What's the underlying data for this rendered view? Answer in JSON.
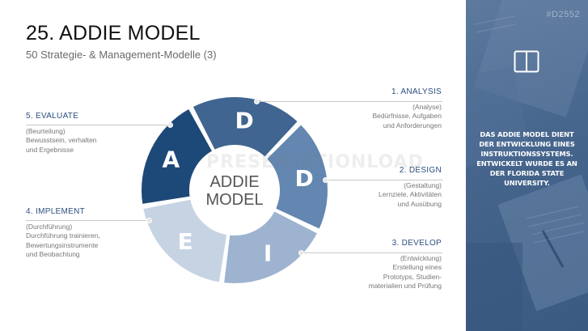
{
  "header": {
    "title": "25. ADDIE MODEL",
    "subtitle": "50 Strategie- & Management-Modelle (3)"
  },
  "wheel": {
    "center_line1": "ADDIE",
    "center_line2": "MODEL",
    "segments": [
      {
        "letter": "A",
        "color": "#1d4978"
      },
      {
        "letter": "D",
        "color": "#3f6590"
      },
      {
        "letter": "D",
        "color": "#6387b0"
      },
      {
        "letter": "I",
        "color": "#9db3cf"
      },
      {
        "letter": "E",
        "color": "#c6d3e3"
      }
    ]
  },
  "phases": {
    "analysis": {
      "head": "1. ANALYSIS",
      "lines": [
        "(Analyse)",
        "Bedürfnisse, Aufgaben",
        "und Anforderungen"
      ]
    },
    "design": {
      "head": "2. DESIGN",
      "lines": [
        "(Gestaltung)",
        "Lernziele, Aktivitäten",
        "und Ausübung"
      ]
    },
    "develop": {
      "head": "3. DEVELOP",
      "lines": [
        "(Entwicklung)",
        "Erstellung eines",
        "Prototyps, Studien-",
        "materialien und Prüfung"
      ]
    },
    "implement": {
      "head": "4. IMPLEMENT",
      "lines": [
        "(Durchführung)",
        "Durchführung trainieren,",
        "Bewertungsinstrumente",
        "und Beobachtung"
      ]
    },
    "evaluate": {
      "head": "5. EVALUATE",
      "lines": [
        "(Beurteilung)",
        "Bewusstsein, verhalten",
        "und Ergebnisse"
      ]
    }
  },
  "side_panel": {
    "code": "#D2552",
    "icon": "book-icon",
    "text": "DAS ADDIE MODEL DIENT DER ENTWICKLUNG EINES INSTRUKTIONSSYSTEMS. ENTWICKELT WURDE ES AN DER FLORIDA STATE UNIVERSITY."
  },
  "watermark": "PRESENTATIONLOAD"
}
